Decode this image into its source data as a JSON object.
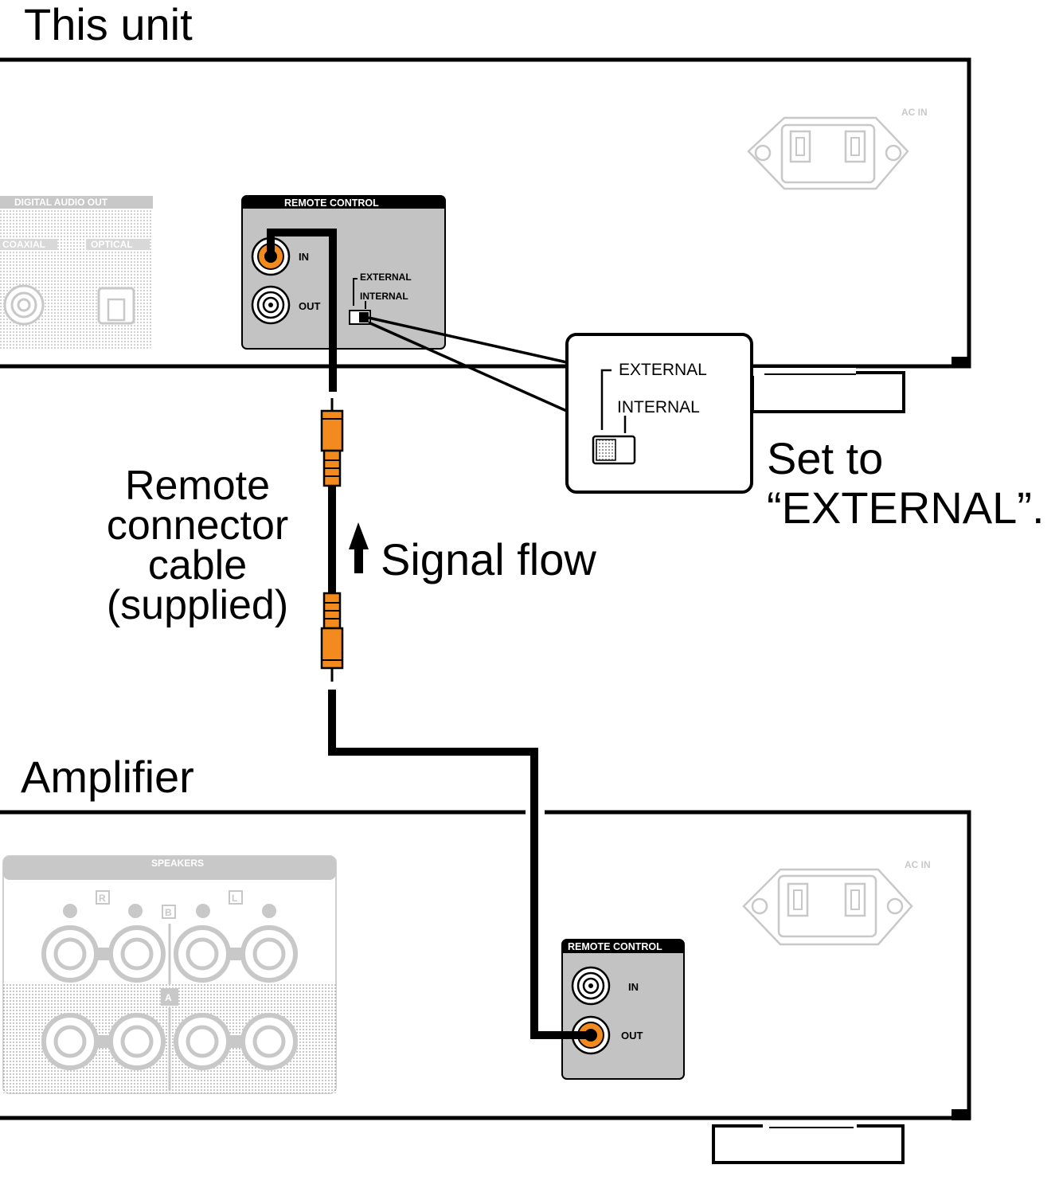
{
  "unit": {
    "title": "This unit",
    "ac_in": "AC IN",
    "digital_audio_out": "DIGITAL AUDIO OUT",
    "coaxial": "COAXIAL",
    "optical": "OPTICAL",
    "remote_panel": {
      "title": "REMOTE CONTROL",
      "in_label": "IN",
      "out_label": "OUT",
      "switch_external": "EXTERNAL",
      "switch_internal": "INTERNAL"
    }
  },
  "callout": {
    "external": "EXTERNAL",
    "internal": "INTERNAL",
    "note_line1": "Set to",
    "note_line2": "“EXTERNAL”."
  },
  "cable": {
    "label_lines": [
      "Remote",
      "connector",
      "cable",
      "(supplied)"
    ],
    "signal_flow": "Signal flow"
  },
  "amplifier": {
    "title": "Amplifier",
    "ac_in": "AC IN",
    "speakers": "SPEAKERS",
    "channel_r": "R",
    "channel_l": "L",
    "bank_a": "A",
    "bank_b": "B",
    "remote_panel": {
      "title": "REMOTE CONTROL",
      "in_label": "IN",
      "out_label": "OUT"
    }
  },
  "colors": {
    "connector": "#f28a1e",
    "panel": "#c3c3c3",
    "faint": "#c8c8c8",
    "line": "#000000"
  }
}
